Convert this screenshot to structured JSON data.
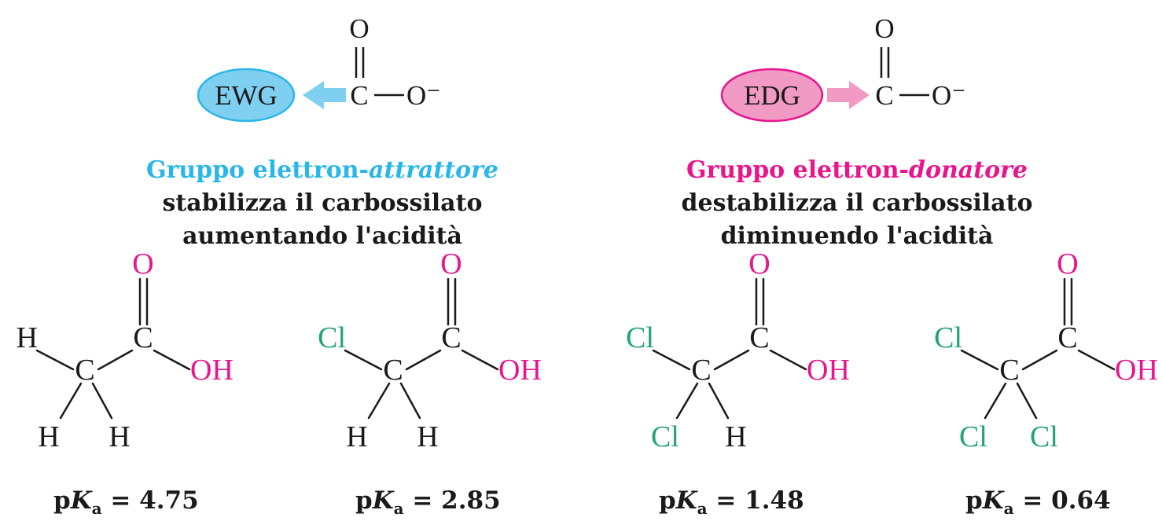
{
  "colors": {
    "ewg": "#29b6e8",
    "ewg_fill": "#7fcff0",
    "edg": "#e8158c",
    "edg_fill": "#f19ac4",
    "substituent": "#23a273",
    "acid": "#e8158c",
    "text": "#1a1a1a"
  },
  "top": {
    "ewg_label": "EWG",
    "edg_label": "EDG",
    "atom_O": "O",
    "atom_C": "C",
    "atom_O_minus": "O⁻",
    "ewg_caption": {
      "prefix": "Gruppo elettron-",
      "emph": "attrattore",
      "line2": "stabilizza il carbossilato",
      "line3": "aumentando l'acidità"
    },
    "edg_caption": {
      "prefix": "Gruppo elettron-",
      "emph": "donatore",
      "line2": "destabilizza il carbossilato",
      "line3": "diminuendo l'acidità"
    }
  },
  "pka_prefix": "p",
  "pka_K": "K",
  "pka_sub": "a",
  "molecules": [
    {
      "id": "acetic",
      "s1": "H",
      "s2": "H",
      "s3": "H",
      "s1_kind": "h",
      "s2_kind": "h",
      "s3_kind": "h",
      "O": "O",
      "C": "C",
      "Ca": "C",
      "OH": "OH",
      "pka": "= 4.75"
    },
    {
      "id": "chloroacetic",
      "s1": "Cl",
      "s2": "H",
      "s3": "H",
      "s1_kind": "cl",
      "s2_kind": "h",
      "s3_kind": "h",
      "O": "O",
      "C": "C",
      "Ca": "C",
      "OH": "OH",
      "pka": "= 2.85"
    },
    {
      "id": "dichloroacetic",
      "s1": "Cl",
      "s2": "Cl",
      "s3": "H",
      "s1_kind": "cl",
      "s2_kind": "cl",
      "s3_kind": "h",
      "O": "O",
      "C": "C",
      "Ca": "C",
      "OH": "OH",
      "pka": "= 1.48"
    },
    {
      "id": "trichloroacetic",
      "s1": "Cl",
      "s2": "Cl",
      "s3": "Cl",
      "s1_kind": "cl",
      "s2_kind": "cl",
      "s3_kind": "cl",
      "O": "O",
      "C": "C",
      "Ca": "C",
      "OH": "OH",
      "pka": "= 0.64"
    }
  ]
}
